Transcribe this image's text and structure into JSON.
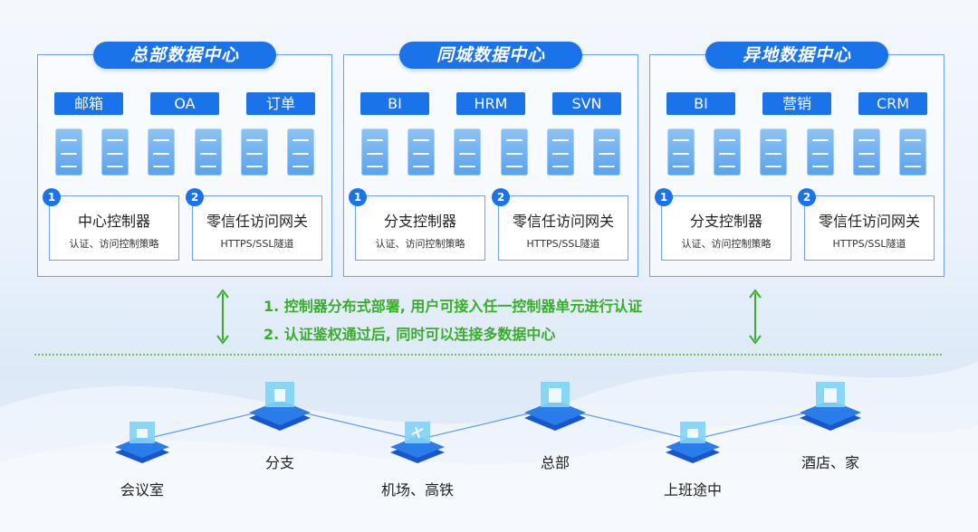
{
  "centers": [
    {
      "title": "总部数据中心",
      "apps": [
        "邮箱",
        "OA",
        "订单"
      ],
      "controllers": [
        {
          "num": "1",
          "title": "中心控制器",
          "sub": "认证、访问控制策略"
        },
        {
          "num": "2",
          "title": "零信任访问网关",
          "sub": "HTTPS/SSL隧道"
        }
      ]
    },
    {
      "title": "同城数据中心",
      "apps": [
        "BI",
        "HRM",
        "SVN"
      ],
      "controllers": [
        {
          "num": "1",
          "title": "分支控制器",
          "sub": "认证、访问控制策略"
        },
        {
          "num": "2",
          "title": "零信任访问网关",
          "sub": "HTTPS/SSL隧道"
        }
      ]
    },
    {
      "title": "异地数据中心",
      "apps": [
        "BI",
        "营销",
        "CRM"
      ],
      "controllers": [
        {
          "num": "1",
          "title": "分支控制器",
          "sub": "认证、访问控制策略"
        },
        {
          "num": "2",
          "title": "零信任访问网关",
          "sub": "HTTPS/SSL隧道"
        }
      ]
    }
  ],
  "notes": [
    "1. 控制器分布式部署, 用户可接入任一控制器单元进行认证",
    "2. 认证鉴权通过后, 同时可以连接多数据中心"
  ],
  "locations": [
    "会议室",
    "分支",
    "机场、高铁",
    "总部",
    "上班途中",
    "酒店、家"
  ],
  "colors": {
    "primary": "#1a73e8",
    "server": "#6aacef",
    "note_green": "#3aad2c"
  }
}
